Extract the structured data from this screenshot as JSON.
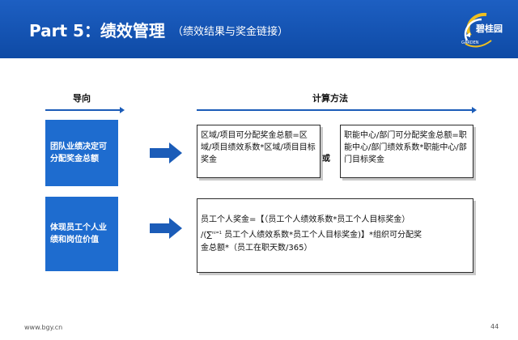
{
  "header": {
    "title": "Part 5：绩效管理",
    "subtitle": "（绩效结果与奖金链接）",
    "logo_text": "碧桂园",
    "logo_subtext": "GARDEN"
  },
  "columns": {
    "left_header": "导向",
    "right_header": "计算方法"
  },
  "rows": [
    {
      "orientation": "团队业绩决定可分配奖金总额",
      "formula_a": "区域/项目可分配奖金总额=区域/项目绩效系数*区域/项目目标奖金",
      "connector": "或",
      "formula_b": "职能中心/部门可分配奖金总额=职能中心/部门绩效系数*职能中心/部门目标奖金"
    },
    {
      "orientation": "体现员工个人业绩和岗位价值",
      "formula_line1": "员工个人奖金=【（员工个人绩效系数*员工个人目标奖金）",
      "formula_line2_pre": "/(",
      "formula_sum_symbol": "∑",
      "formula_sum_sup": "n",
      "formula_sum_sub": "i=1",
      "formula_line2_post": " 员工个人绩效系数*员工个人目标奖金)】*组织可分配奖",
      "formula_line3": "金总额*（员工在职天数/365）"
    }
  ],
  "footer": {
    "url": "www.bgy.cn",
    "page": "44"
  },
  "colors": {
    "header_blue": "#1d5fc2",
    "box_blue": "#1e6ccf",
    "line_blue": "#1b5cb8"
  }
}
